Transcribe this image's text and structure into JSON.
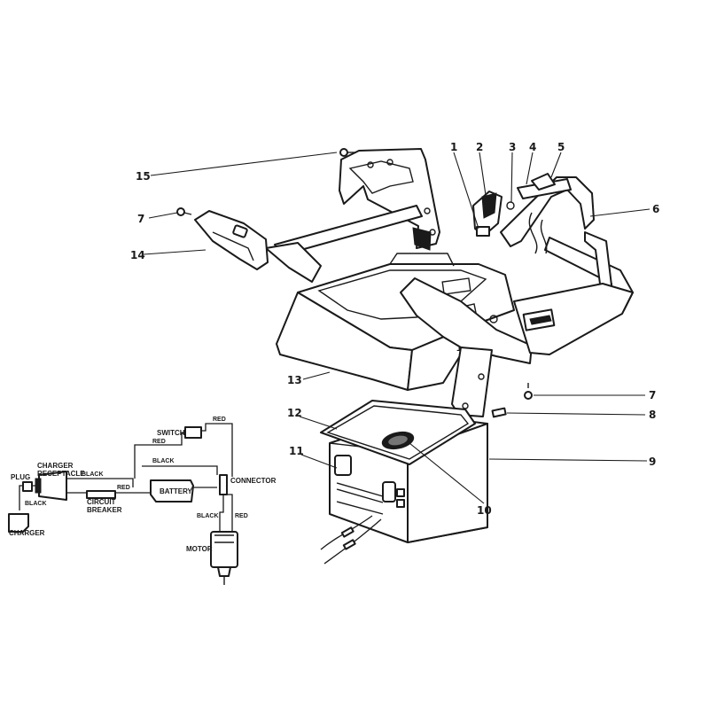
{
  "callouts": {
    "c1": "1",
    "c2": "2",
    "c3": "3",
    "c4": "4",
    "c5": "5",
    "c6": "6",
    "c7a": "7",
    "c7b": "7",
    "c8": "8",
    "c9": "9",
    "c10": "10",
    "c11": "11",
    "c12": "12",
    "c13": "13",
    "c14": "14",
    "c15": "15"
  },
  "schematic": {
    "switch": "SWITCH",
    "red_top": "RED",
    "red_mid": "RED",
    "black_mid": "BLACK",
    "charger_receptacle_1": "CHARGER",
    "charger_receptacle_2": "RECEPTACLE",
    "plug": "PLUG",
    "black_left": "BLACK",
    "red_low": "RED",
    "battery": "BATTERY",
    "connector": "CONNECTOR",
    "circuit_breaker_1": "CIRCUIT",
    "circuit_breaker_2": "BREAKER",
    "black_plug": "BLACK",
    "charger": "CHARGER",
    "black_motor": "BLACK",
    "red_motor": "RED",
    "motor": "MOTOR"
  },
  "body_mark": "T",
  "colors": {
    "ink": "#1a1a1a",
    "paper": "#ffffff"
  }
}
